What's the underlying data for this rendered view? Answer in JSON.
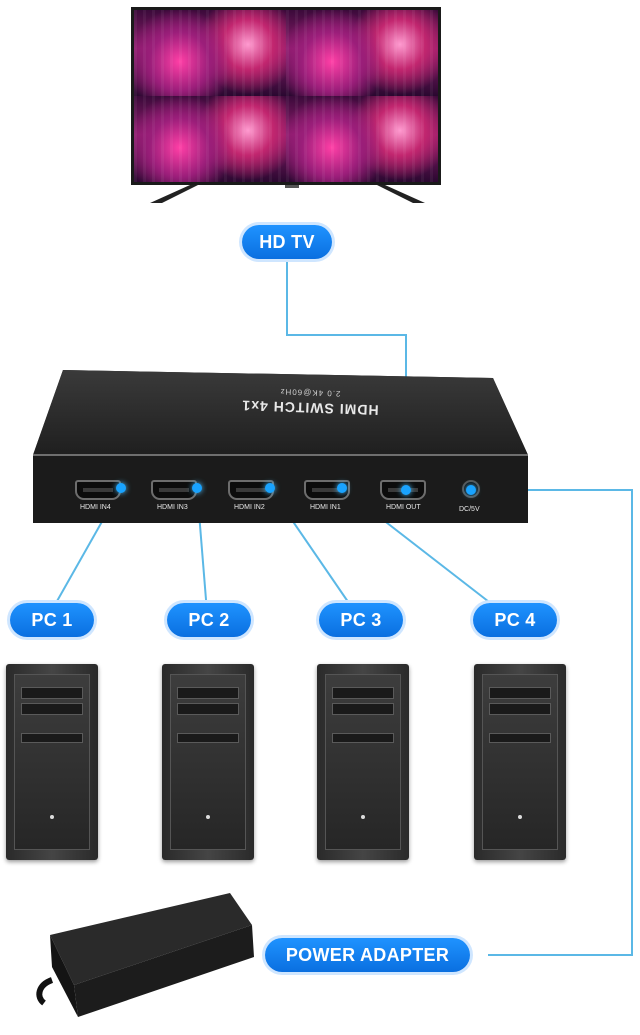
{
  "tv": {
    "label": "HD TV"
  },
  "switch": {
    "brand_text": "HDMI SWITCH 4x1",
    "spec_text": "2.0 4K@60Hz",
    "ports": [
      {
        "label": "HDMI IN4"
      },
      {
        "label": "HDMI IN3"
      },
      {
        "label": "HDMI IN2"
      },
      {
        "label": "HDMI IN1"
      },
      {
        "label": "HDMI OUT"
      },
      {
        "label": "DC/5V"
      }
    ]
  },
  "pcs": [
    {
      "label": "PC 1"
    },
    {
      "label": "PC 2"
    },
    {
      "label": "PC 3"
    },
    {
      "label": "PC 4"
    }
  ],
  "adapter": {
    "label": "POWER ADAPTER"
  },
  "colors": {
    "accent": "#0a7ef0",
    "wire": "#5bb8e6"
  }
}
